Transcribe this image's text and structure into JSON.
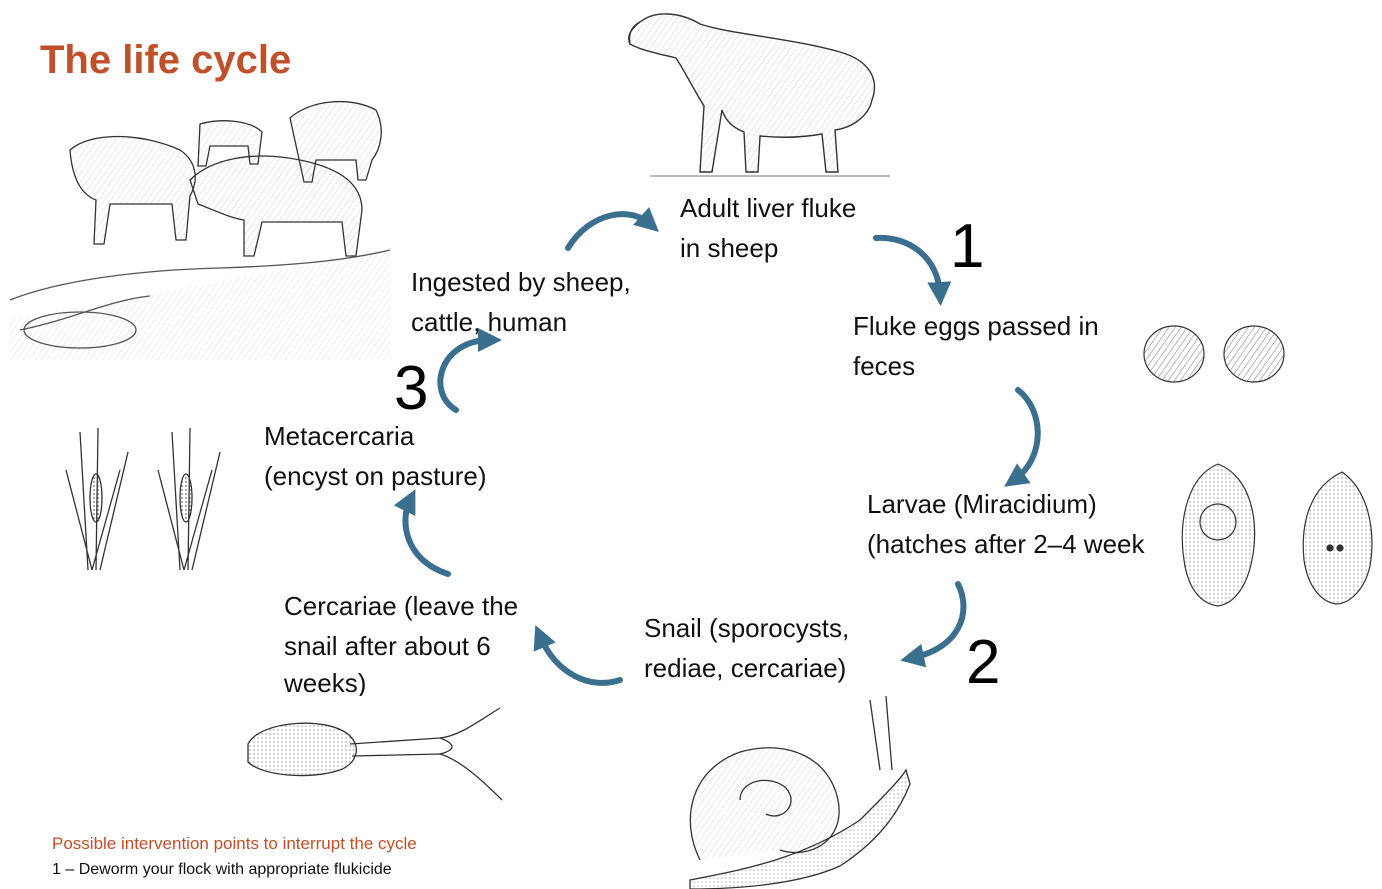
{
  "title": "The life cycle",
  "stages": {
    "adult": [
      "Adult liver fluke",
      "in sheep"
    ],
    "eggs": [
      "Fluke eggs passed in",
      "feces"
    ],
    "larvae": [
      "Larvae (Miracidium)",
      "(hatches after 2–4 week"
    ],
    "snail": [
      "Snail (sporocysts,",
      "rediae, cercariae)"
    ],
    "cercariae": [
      "Cercariae (leave the",
      "snail after about 6",
      "weeks)"
    ],
    "metacercaria": [
      "Metacercaria",
      "(encyst on pasture)"
    ],
    "ingested": [
      "Ingested by sheep,",
      "cattle, human"
    ]
  },
  "intervention_numbers": {
    "one": "1",
    "two": "2",
    "three": "3"
  },
  "footer": {
    "heading": "Possible intervention points to interrupt the cycle",
    "line1": "1 – Deworm your flock with appropriate flukicide"
  },
  "colors": {
    "title": "#c0502a",
    "arrow": "#3b6f8e",
    "footer_heading": "#c0502a"
  }
}
